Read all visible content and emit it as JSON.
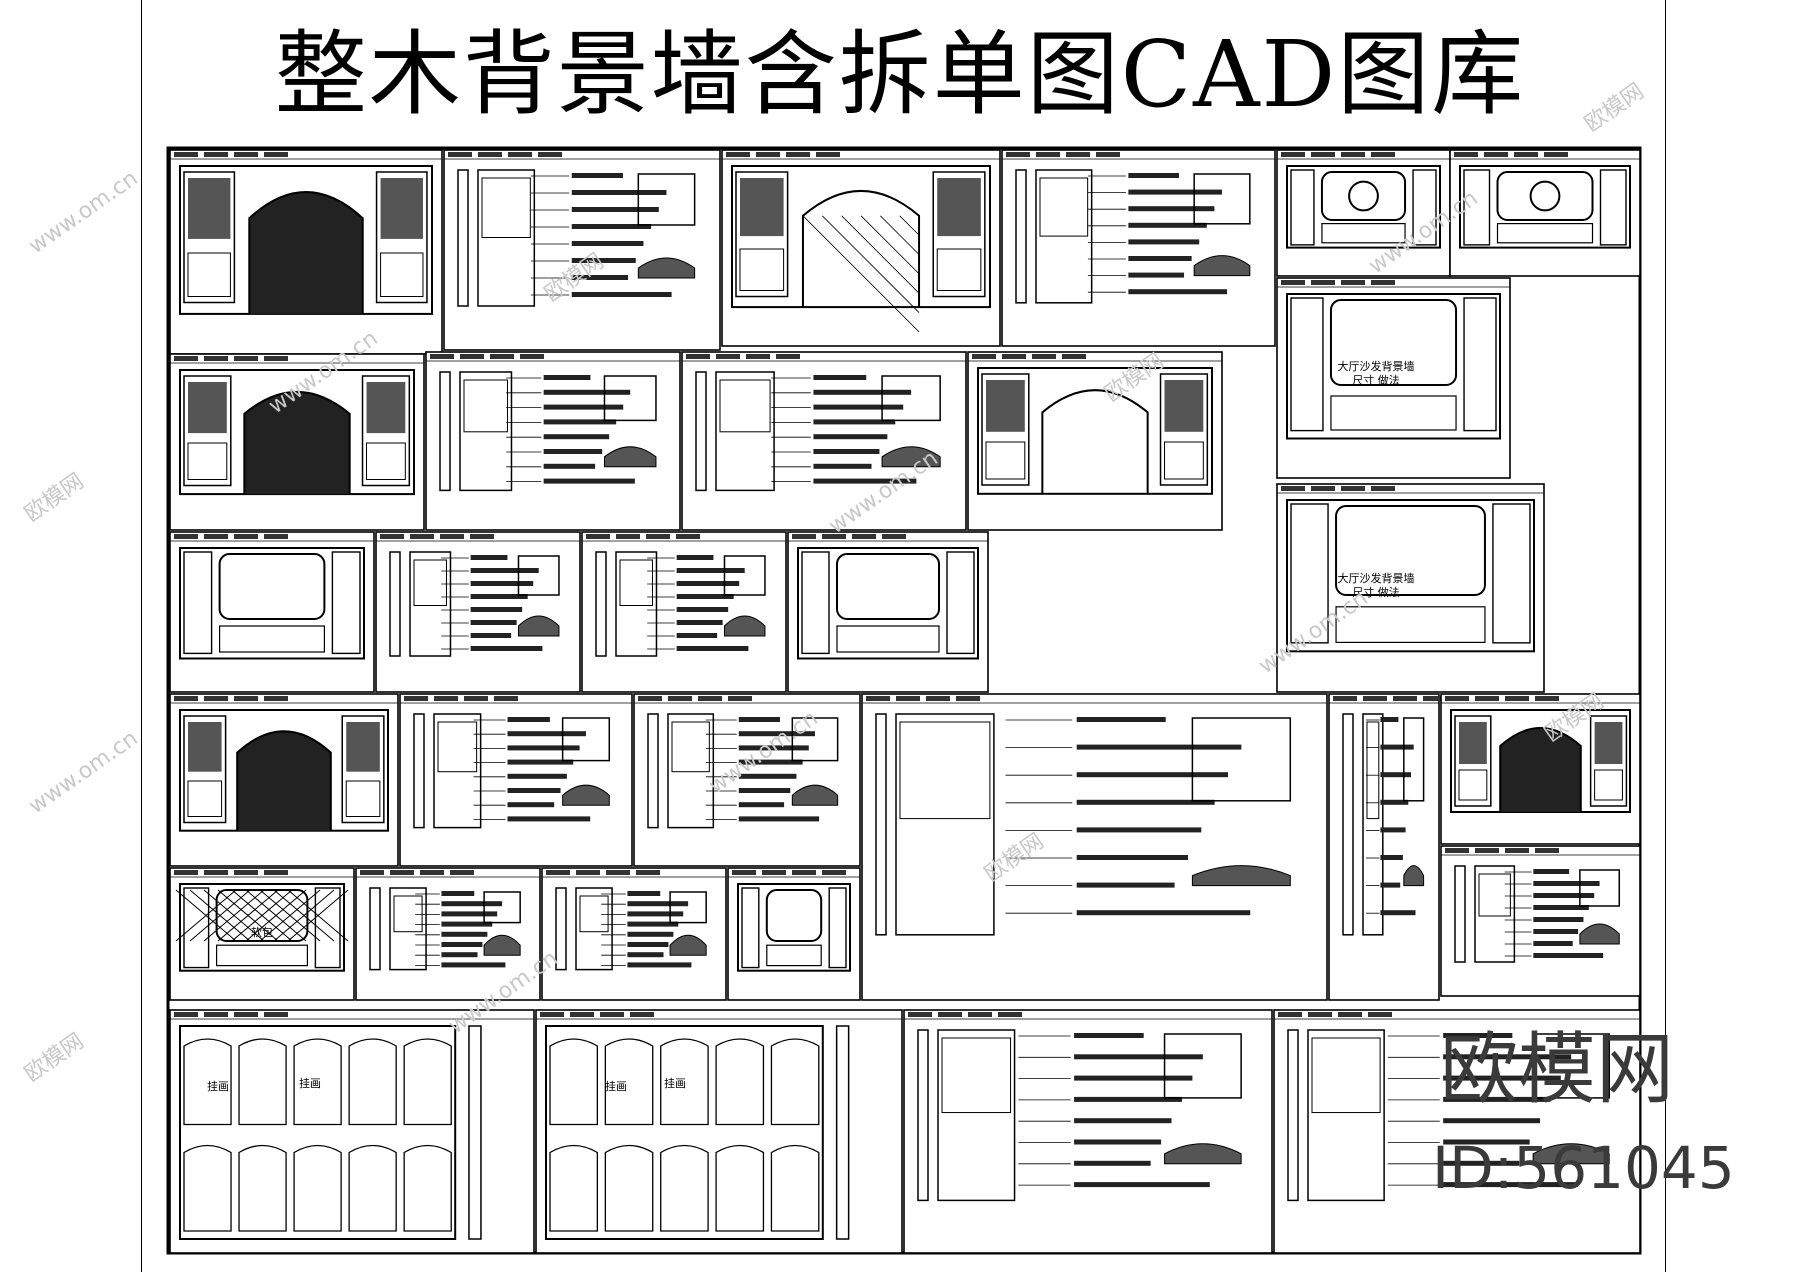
{
  "title": "整木背景墙含拆单图CAD图库",
  "brand": {
    "logo_text": "欧模网",
    "id_text": "ID:561045"
  },
  "watermark": {
    "site": "www.om.cn",
    "name": "欧模网"
  },
  "sheet": {
    "panels": [
      {
        "id": "p01",
        "kind": "arch-wall"
      },
      {
        "id": "p02",
        "kind": "detail-sheet"
      },
      {
        "id": "p03",
        "kind": "arch-lattice"
      },
      {
        "id": "p04",
        "kind": "detail-sheet"
      },
      {
        "id": "p05",
        "kind": "mirror-wall"
      },
      {
        "id": "p06",
        "kind": "mirror-wall"
      },
      {
        "id": "p07",
        "kind": "frame-wall"
      },
      {
        "id": "p08",
        "kind": "arch-wall"
      },
      {
        "id": "p09",
        "kind": "detail-sheet"
      },
      {
        "id": "p10",
        "kind": "cabinet-sheet"
      },
      {
        "id": "p11",
        "kind": "arch-window"
      },
      {
        "id": "p12",
        "kind": "frame-wall"
      },
      {
        "id": "p13",
        "kind": "frame-wall"
      },
      {
        "id": "p14",
        "kind": "detail-sheet"
      },
      {
        "id": "p15",
        "kind": "detail-sheet"
      },
      {
        "id": "p16",
        "kind": "frame-wall"
      },
      {
        "id": "p17",
        "kind": "arch-wall"
      },
      {
        "id": "p18",
        "kind": "detail-sheet"
      },
      {
        "id": "p19",
        "kind": "detail-sheet"
      },
      {
        "id": "p20",
        "kind": "detail-sheet"
      },
      {
        "id": "p21",
        "kind": "detail-sheet"
      },
      {
        "id": "p22",
        "kind": "arch-wall"
      },
      {
        "id": "p23",
        "kind": "detail-sheet"
      },
      {
        "id": "p24",
        "kind": "lattice-wall"
      },
      {
        "id": "p25",
        "kind": "cabinet-sheet"
      },
      {
        "id": "p26",
        "kind": "detail-sheet"
      },
      {
        "id": "p27",
        "kind": "frame-wall"
      },
      {
        "id": "p28",
        "kind": "tall-wall"
      },
      {
        "id": "p29",
        "kind": "tall-wall"
      },
      {
        "id": "p30",
        "kind": "detail-sheet"
      },
      {
        "id": "p31",
        "kind": "detail-sheet"
      }
    ]
  },
  "labels": {
    "panel_p07": "大厅沙发背景墙",
    "panel_p07_sub": "尺寸  做法",
    "panel_p12": "大厅沙发背景墙",
    "panel_p12_sub": "尺寸  做法",
    "panel_p24": "软包",
    "panel_p28_center": "挂画",
    "panel_p28_side": "挂画",
    "panel_p29_center": "挂画",
    "panel_p29_side": "挂画"
  }
}
